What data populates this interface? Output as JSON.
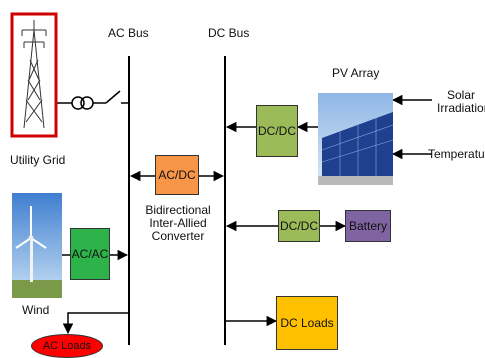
{
  "buses": {
    "ac_bus": "AC Bus",
    "dc_bus": "DC Bus"
  },
  "sources": {
    "utility_grid": "Utility Grid",
    "wind": "Wind",
    "pv_array": "PV Array",
    "solar_irradiation_line1": "Solar",
    "solar_irradiation_line2": "Irradiation",
    "temperature": "Temperature"
  },
  "converters": {
    "ac_ac": "AC/AC",
    "ac_dc": "AC/DC",
    "dc_dc_pv": "DC/DC",
    "dc_dc_battery": "DC/DC",
    "bidirectional_line1": "Bidirectional",
    "bidirectional_line2": "Inter-Allied",
    "bidirectional_line3": "Converter"
  },
  "storage": {
    "battery": "Battery"
  },
  "loads": {
    "ac_loads": "AC Loads",
    "dc_loads": "DC Loads"
  },
  "colors": {
    "converter_green": "#9bbb59",
    "converter_bright_green": "#2db34a",
    "ac_dc_orange": "#f79646",
    "battery_purple": "#8064a2",
    "dc_loads_yellow": "#ffc000",
    "ac_loads_red": "#ff0000",
    "grid_frame_red": "#d00000"
  }
}
